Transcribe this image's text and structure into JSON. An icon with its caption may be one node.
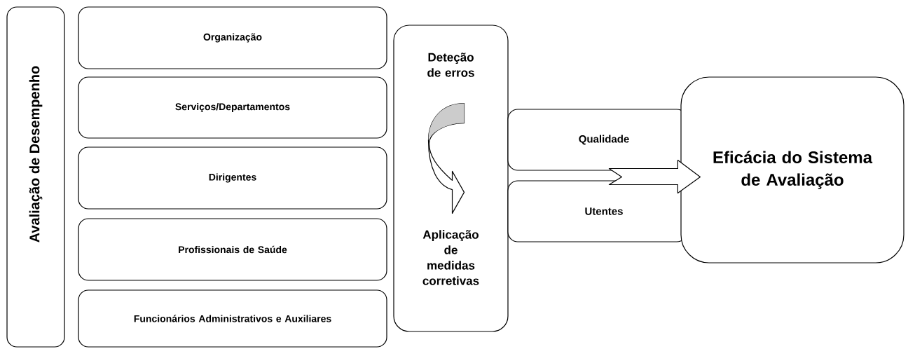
{
  "diagram": {
    "nodes": [
      {
        "text": [
          "Avaliação de Desempenho"
        ]
      },
      {
        "text": [
          "Organização"
        ]
      },
      {
        "text": [
          "Serviços/Departamentos"
        ]
      },
      {
        "text": [
          "Dirigentes"
        ]
      },
      {
        "text": [
          "Profissionais de Saúde"
        ]
      },
      {
        "text": [
          "Funcionários Administrativos e Auxiliares"
        ]
      },
      {
        "text": [],
        "shape": "box"
      },
      {
        "text": [
          "Deteção de erros"
        ],
        "in": 6
      },
      {
        "text": [
          "Aplicação de medidas corretivas"
        ],
        "in": 6
      },
      {
        "text": [
          "Qualidade"
        ]
      },
      {
        "text": [
          "Utentes"
        ]
      },
      {
        "text": [
          "Eficácia do Sistema de Avaliação"
        ]
      }
    ],
    "edges": [
      {
        "from": 7,
        "to": 8,
        "arrow": "to"
      },
      {
        "from": null,
        "to": 11,
        "arrow": "to"
      }
    ]
  }
}
